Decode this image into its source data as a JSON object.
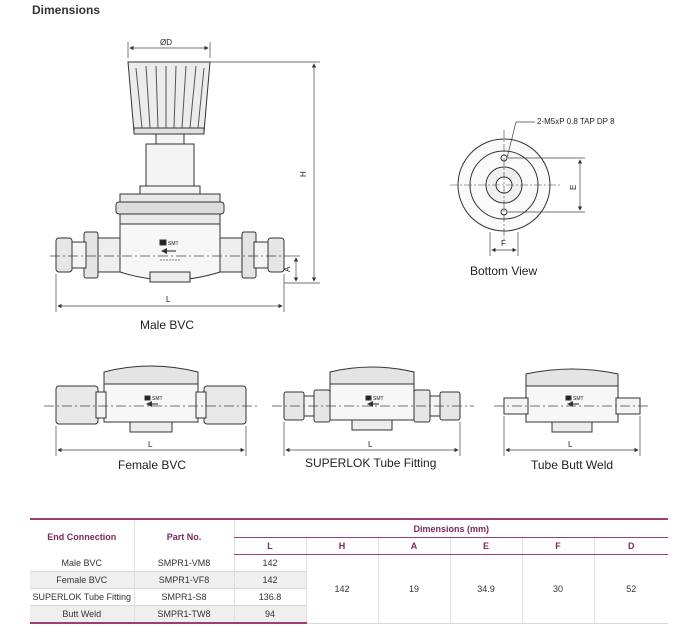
{
  "heading": "Dimensions",
  "drawings": {
    "male_bvc": {
      "caption": "Male BVC",
      "dim_d": "ØD",
      "dim_h": "H",
      "dim_a": "A",
      "dim_l": "L",
      "brand": "SMT"
    },
    "bottom_view": {
      "caption": "Bottom View",
      "tap_note": "2-M5xP 0.8 TAP DP 8",
      "dim_e": "E",
      "dim_f": "F"
    },
    "female_bvc": {
      "caption": "Female BVC",
      "dim_l": "L",
      "brand": "SMT"
    },
    "superlok": {
      "caption": "SUPERLOK Tube Fitting",
      "dim_l": "L",
      "brand": "SMT"
    },
    "butt_weld": {
      "caption": "Tube Butt Weld",
      "dim_l": "L",
      "brand": "SMT"
    }
  },
  "table": {
    "col_end_connection": "End Connection",
    "col_part_no": "Part No.",
    "col_dimensions": "Dimensions (mm)",
    "dim_cols": [
      "L",
      "H",
      "A",
      "E",
      "F",
      "D"
    ],
    "rows": [
      {
        "end": "Male BVC",
        "part": "SMPR1-VM8",
        "L": "142"
      },
      {
        "end": "Female BVC",
        "part": "SMPR1-VF8",
        "L": "142"
      },
      {
        "end": "SUPERLOK Tube Fitting",
        "part": "SMPR1-S8",
        "L": "136.8"
      },
      {
        "end": "Butt Weld",
        "part": "SMPR1-TW8",
        "L": "94"
      }
    ],
    "shared": {
      "H": "142",
      "A": "19",
      "E": "34.9",
      "F": "30",
      "D": "52"
    }
  },
  "colors": {
    "accent": "#9a3e79",
    "line": "#333333"
  }
}
